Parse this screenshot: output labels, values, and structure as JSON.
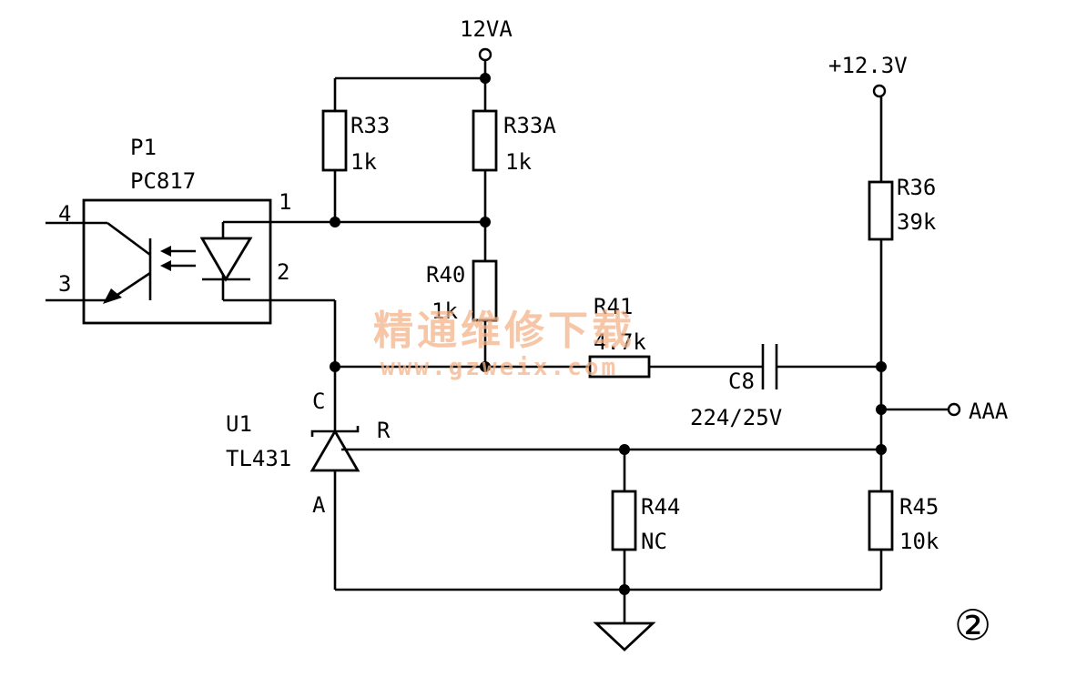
{
  "nets": {
    "supply_12va": "12VA",
    "supply_12v3": "+12.3V",
    "output": "AAA"
  },
  "components": {
    "optocoupler": {
      "ref": "P1",
      "part": "PC817",
      "pins": [
        "1",
        "2",
        "3",
        "4"
      ]
    },
    "r33": {
      "ref": "R33",
      "value": "1k"
    },
    "r33a": {
      "ref": "R33A",
      "value": "1k"
    },
    "r40": {
      "ref": "R40",
      "value": "1k"
    },
    "r41": {
      "ref": "R41",
      "value": "4.7k"
    },
    "c8": {
      "ref": "C8",
      "value": "224/25V"
    },
    "r36": {
      "ref": "R36",
      "value": "39k"
    },
    "r44": {
      "ref": "R44",
      "value": "NC"
    },
    "r45": {
      "ref": "R45",
      "value": "10k"
    },
    "u1": {
      "ref": "U1",
      "part": "TL431",
      "pin_c": "C",
      "pin_r": "R",
      "pin_a": "A"
    }
  },
  "watermark": {
    "cn": "精通维修下载",
    "url": "www.gzweix.com"
  },
  "figure_number": "②",
  "colors": {
    "ink": "#000000",
    "watermark": "#f4b38a"
  }
}
